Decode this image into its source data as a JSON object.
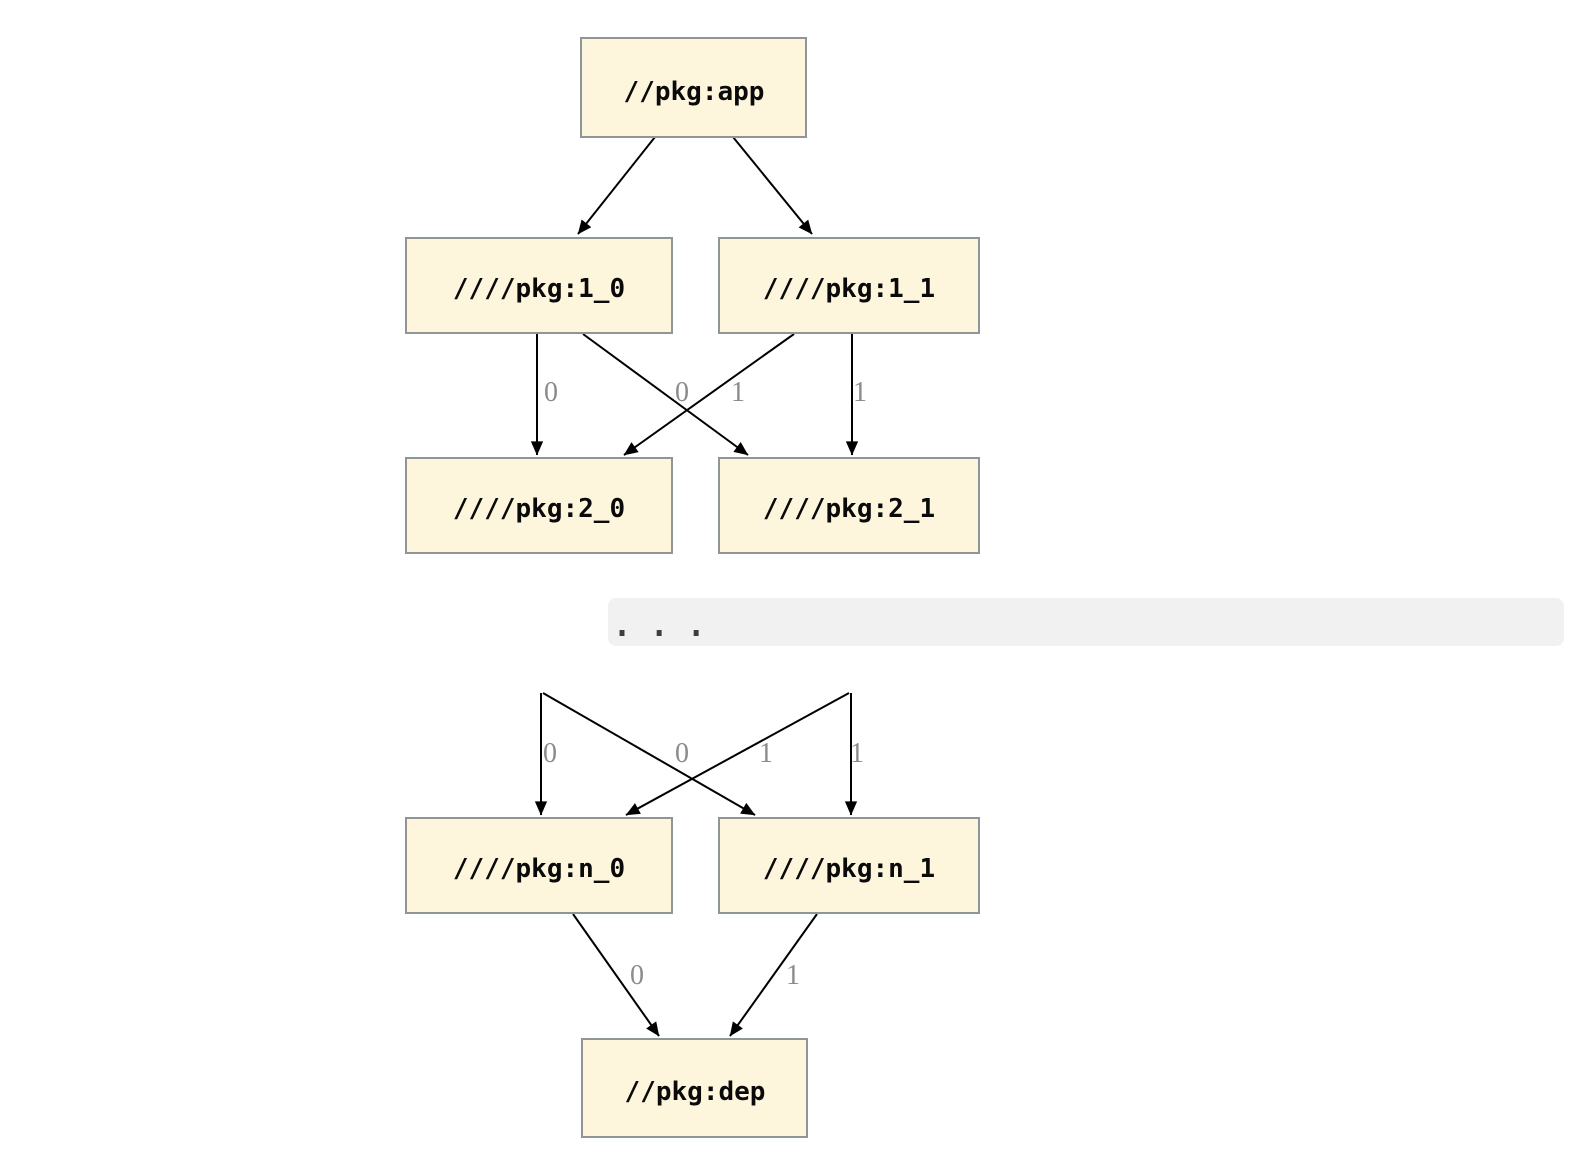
{
  "graph": {
    "nodes": [
      {
        "id": "app",
        "label": "//pkg:app"
      },
      {
        "id": "1_0",
        "label": "////pkg:1_0"
      },
      {
        "id": "1_1",
        "label": "////pkg:1_1"
      },
      {
        "id": "2_0",
        "label": "////pkg:2_0"
      },
      {
        "id": "2_1",
        "label": "////pkg:2_1"
      },
      {
        "id": "n_0",
        "label": "////pkg:n_0"
      },
      {
        "id": "n_1",
        "label": "////pkg:n_1"
      },
      {
        "id": "dep",
        "label": "//pkg:dep"
      }
    ],
    "edges": [
      {
        "from": "//pkg:app",
        "to": "////pkg:1_0",
        "label": ""
      },
      {
        "from": "//pkg:app",
        "to": "////pkg:1_1",
        "label": ""
      },
      {
        "from": "////pkg:1_0",
        "to": "////pkg:2_0",
        "label": "0"
      },
      {
        "from": "////pkg:1_0",
        "to": "////pkg:2_1",
        "label": "1"
      },
      {
        "from": "////pkg:1_1",
        "to": "////pkg:2_0",
        "label": "0"
      },
      {
        "from": "////pkg:1_1",
        "to": "////pkg:2_1",
        "label": "1"
      },
      {
        "from": "...",
        "to": "////pkg:n_0",
        "label": "0"
      },
      {
        "from": "...",
        "to": "////pkg:n_1",
        "label": "1"
      },
      {
        "from": "...",
        "to": "////pkg:n_0",
        "label": "0"
      },
      {
        "from": "...",
        "to": "////pkg:n_1",
        "label": "1"
      },
      {
        "from": "////pkg:n_0",
        "to": "//pkg:dep",
        "label": "0"
      },
      {
        "from": "////pkg:n_1",
        "to": "//pkg:dep",
        "label": "1"
      }
    ],
    "ellipsis": "..."
  },
  "colors": {
    "background": "#ffffff",
    "node_fill": "#fdf6dc",
    "node_border": "#8f969a",
    "node_text": "#0a0a0a",
    "edge": "#000000",
    "edge_label": "#8b8b8b",
    "ellipsis_band": "#f1f1f1",
    "ellipsis_dots": "#3d3d3d"
  }
}
